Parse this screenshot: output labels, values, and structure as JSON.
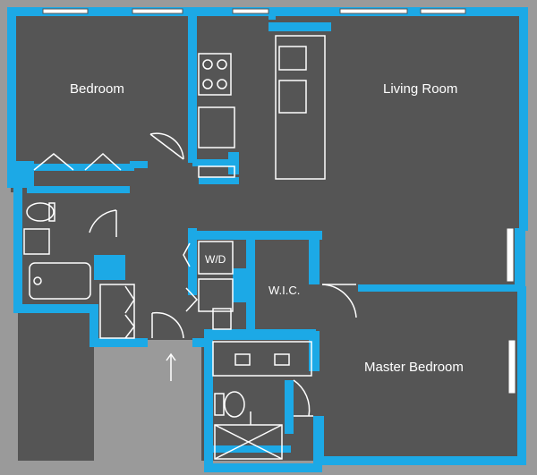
{
  "colors": {
    "background": "#9a9a9a",
    "floor": "#555555",
    "wall": "#1ca9e6",
    "fixture": "#ffffff"
  },
  "rooms": {
    "bedroom": "Bedroom",
    "living_room": "Living Room",
    "wd": "W/D",
    "wic": "W.I.C.",
    "master_bedroom": "Master Bedroom"
  },
  "entry_arrow_icon": "arrow-up-icon"
}
